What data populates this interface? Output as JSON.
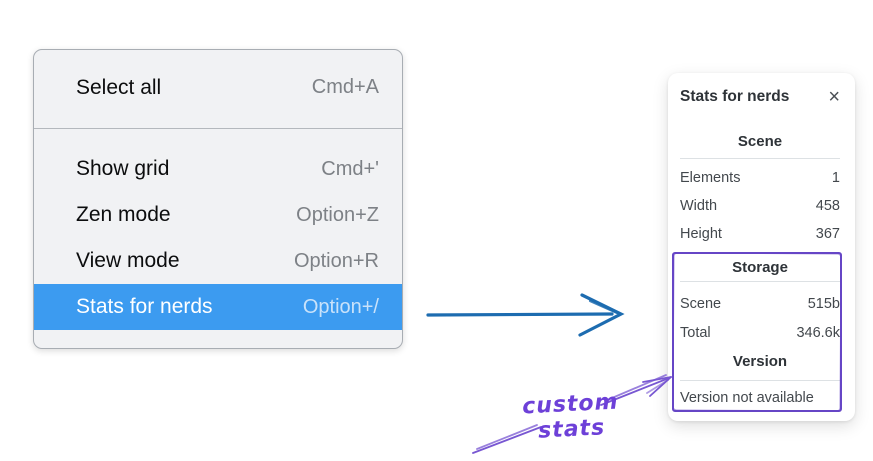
{
  "menu": {
    "items": [
      {
        "label": "Select all",
        "shortcut": "Cmd+A"
      },
      {
        "label": "Show grid",
        "shortcut": "Cmd+'"
      },
      {
        "label": "Zen mode",
        "shortcut": "Option+Z"
      },
      {
        "label": "View mode",
        "shortcut": "Option+R"
      },
      {
        "label": "Stats for nerds",
        "shortcut": "Option+/"
      }
    ],
    "selected_item": "Stats for nerds",
    "selection_color": "#3c9bf0"
  },
  "stats_panel": {
    "title": "Stats for nerds",
    "close_icon_glyph": "×",
    "sections": [
      {
        "heading": "Scene",
        "rows": [
          {
            "label": "Elements",
            "value": "1"
          },
          {
            "label": "Width",
            "value": "458"
          },
          {
            "label": "Height",
            "value": "367"
          }
        ]
      },
      {
        "heading": "Storage",
        "rows": [
          {
            "label": "Scene",
            "value": "515b"
          },
          {
            "label": "Total",
            "value": "346.6k"
          }
        ]
      },
      {
        "heading": "Version",
        "note": "Version not available"
      }
    ]
  },
  "annotation": {
    "label": "custom stats",
    "color": "#6d40d8"
  },
  "arrow": {
    "color": "#1d6cb0"
  }
}
